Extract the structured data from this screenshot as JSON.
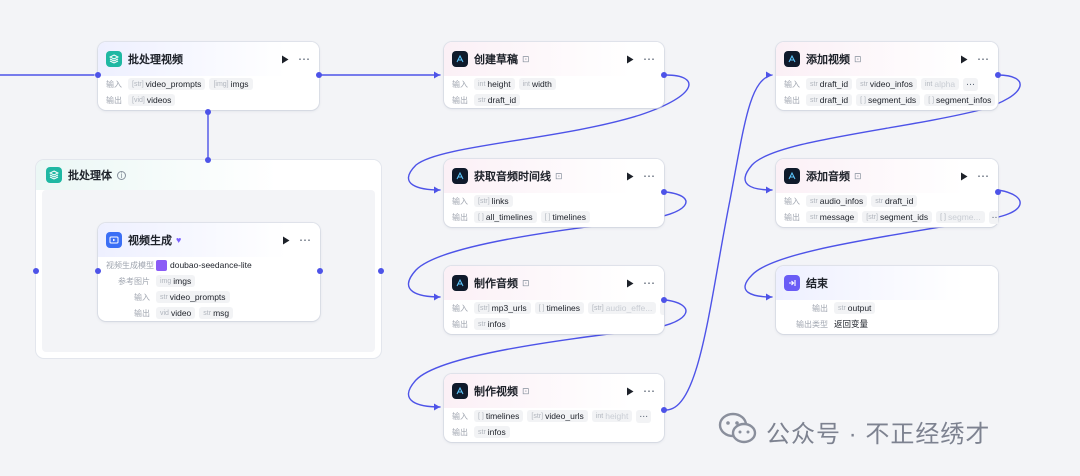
{
  "labels": {
    "input": "输入",
    "output": "输出",
    "model": "视频生成模型",
    "ref": "参考图片",
    "out_type": "输出类型"
  },
  "type_tags": {
    "list_str": "[str]",
    "list_img": "[img]",
    "list_vid": "[vid]",
    "int": "int",
    "str": "str",
    "list": "[ ]",
    "img": "img",
    "vid": "vid"
  },
  "nodes": {
    "batch_video": {
      "title": "批处理视频",
      "inputs": [
        "video_prompts",
        "imgs"
      ],
      "outputs": [
        "videos"
      ]
    },
    "batch_body": {
      "title": "批处理体"
    },
    "video_gen": {
      "title": "视频生成",
      "model": "doubao-seedance-lite",
      "ref": "imgs",
      "inputs": [
        "video_prompts"
      ],
      "outputs": [
        "video",
        "msg"
      ]
    },
    "create_draft": {
      "title": "创建草稿",
      "inputs": [
        "height",
        "width"
      ],
      "outputs": [
        "draft_id"
      ]
    },
    "audio_timeline": {
      "title": "获取音频时间线",
      "inputs": [
        "links"
      ],
      "outputs": [
        "all_timelines",
        "timelines"
      ]
    },
    "make_audio": {
      "title": "制作音频",
      "inputs": [
        "mp3_urls",
        "timelines",
        "audio_effe..."
      ],
      "outputs": [
        "infos"
      ]
    },
    "make_video": {
      "title": "制作视频",
      "inputs": [
        "timelines",
        "video_urls",
        "height"
      ],
      "outputs": [
        "infos"
      ]
    },
    "add_video": {
      "title": "添加视频",
      "inputs": [
        "draft_id",
        "video_infos",
        "alpha"
      ],
      "outputs": [
        "draft_id",
        "segment_ids",
        "segment_infos"
      ]
    },
    "add_audio": {
      "title": "添加音频",
      "inputs": [
        "audio_infos",
        "draft_id"
      ],
      "outputs": [
        "message",
        "segment_ids",
        "segme..."
      ]
    },
    "end": {
      "title": "结束",
      "outputs": [
        "output"
      ],
      "out_type": "返回变量"
    }
  },
  "more": "⋯",
  "watermark": "公众号 · 不正经绣才",
  "colors": {
    "edge": "#4d53e8",
    "accent": "#6a5cf6"
  }
}
